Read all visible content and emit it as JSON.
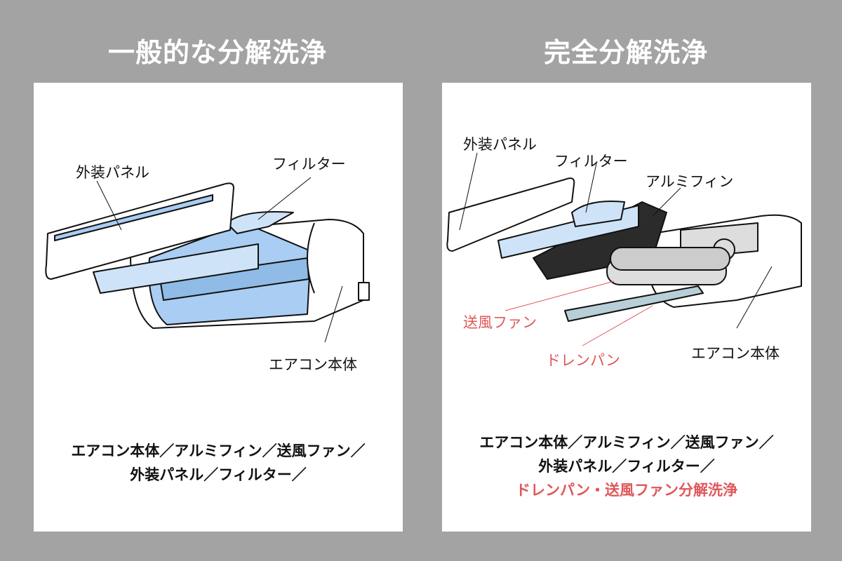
{
  "left": {
    "title": "一般的な分解洗浄",
    "labels": {
      "panel": "外装パネル",
      "filter": "フィルター",
      "body": "エアコン本体"
    },
    "caption": [
      "エアコン本体／アルミフィン／送風ファン／",
      "外装パネル／フィルター／"
    ]
  },
  "right": {
    "title": "完全分解洗浄",
    "labels": {
      "panel": "外装パネル",
      "filter": "フィルター",
      "fin": "アルミフィン",
      "fan": "送風ファン",
      "drain": "ドレンパン",
      "body": "エアコン本体"
    },
    "caption": [
      "エアコン本体／アルミフィン／送風ファン／",
      "外装パネル／フィルター／"
    ],
    "caption_highlight": "ドレンパン・送風ファン分解洗浄"
  },
  "colors": {
    "background": "#a3a3a3",
    "highlight": "#e0575a",
    "blue": "#a9cdf3"
  }
}
